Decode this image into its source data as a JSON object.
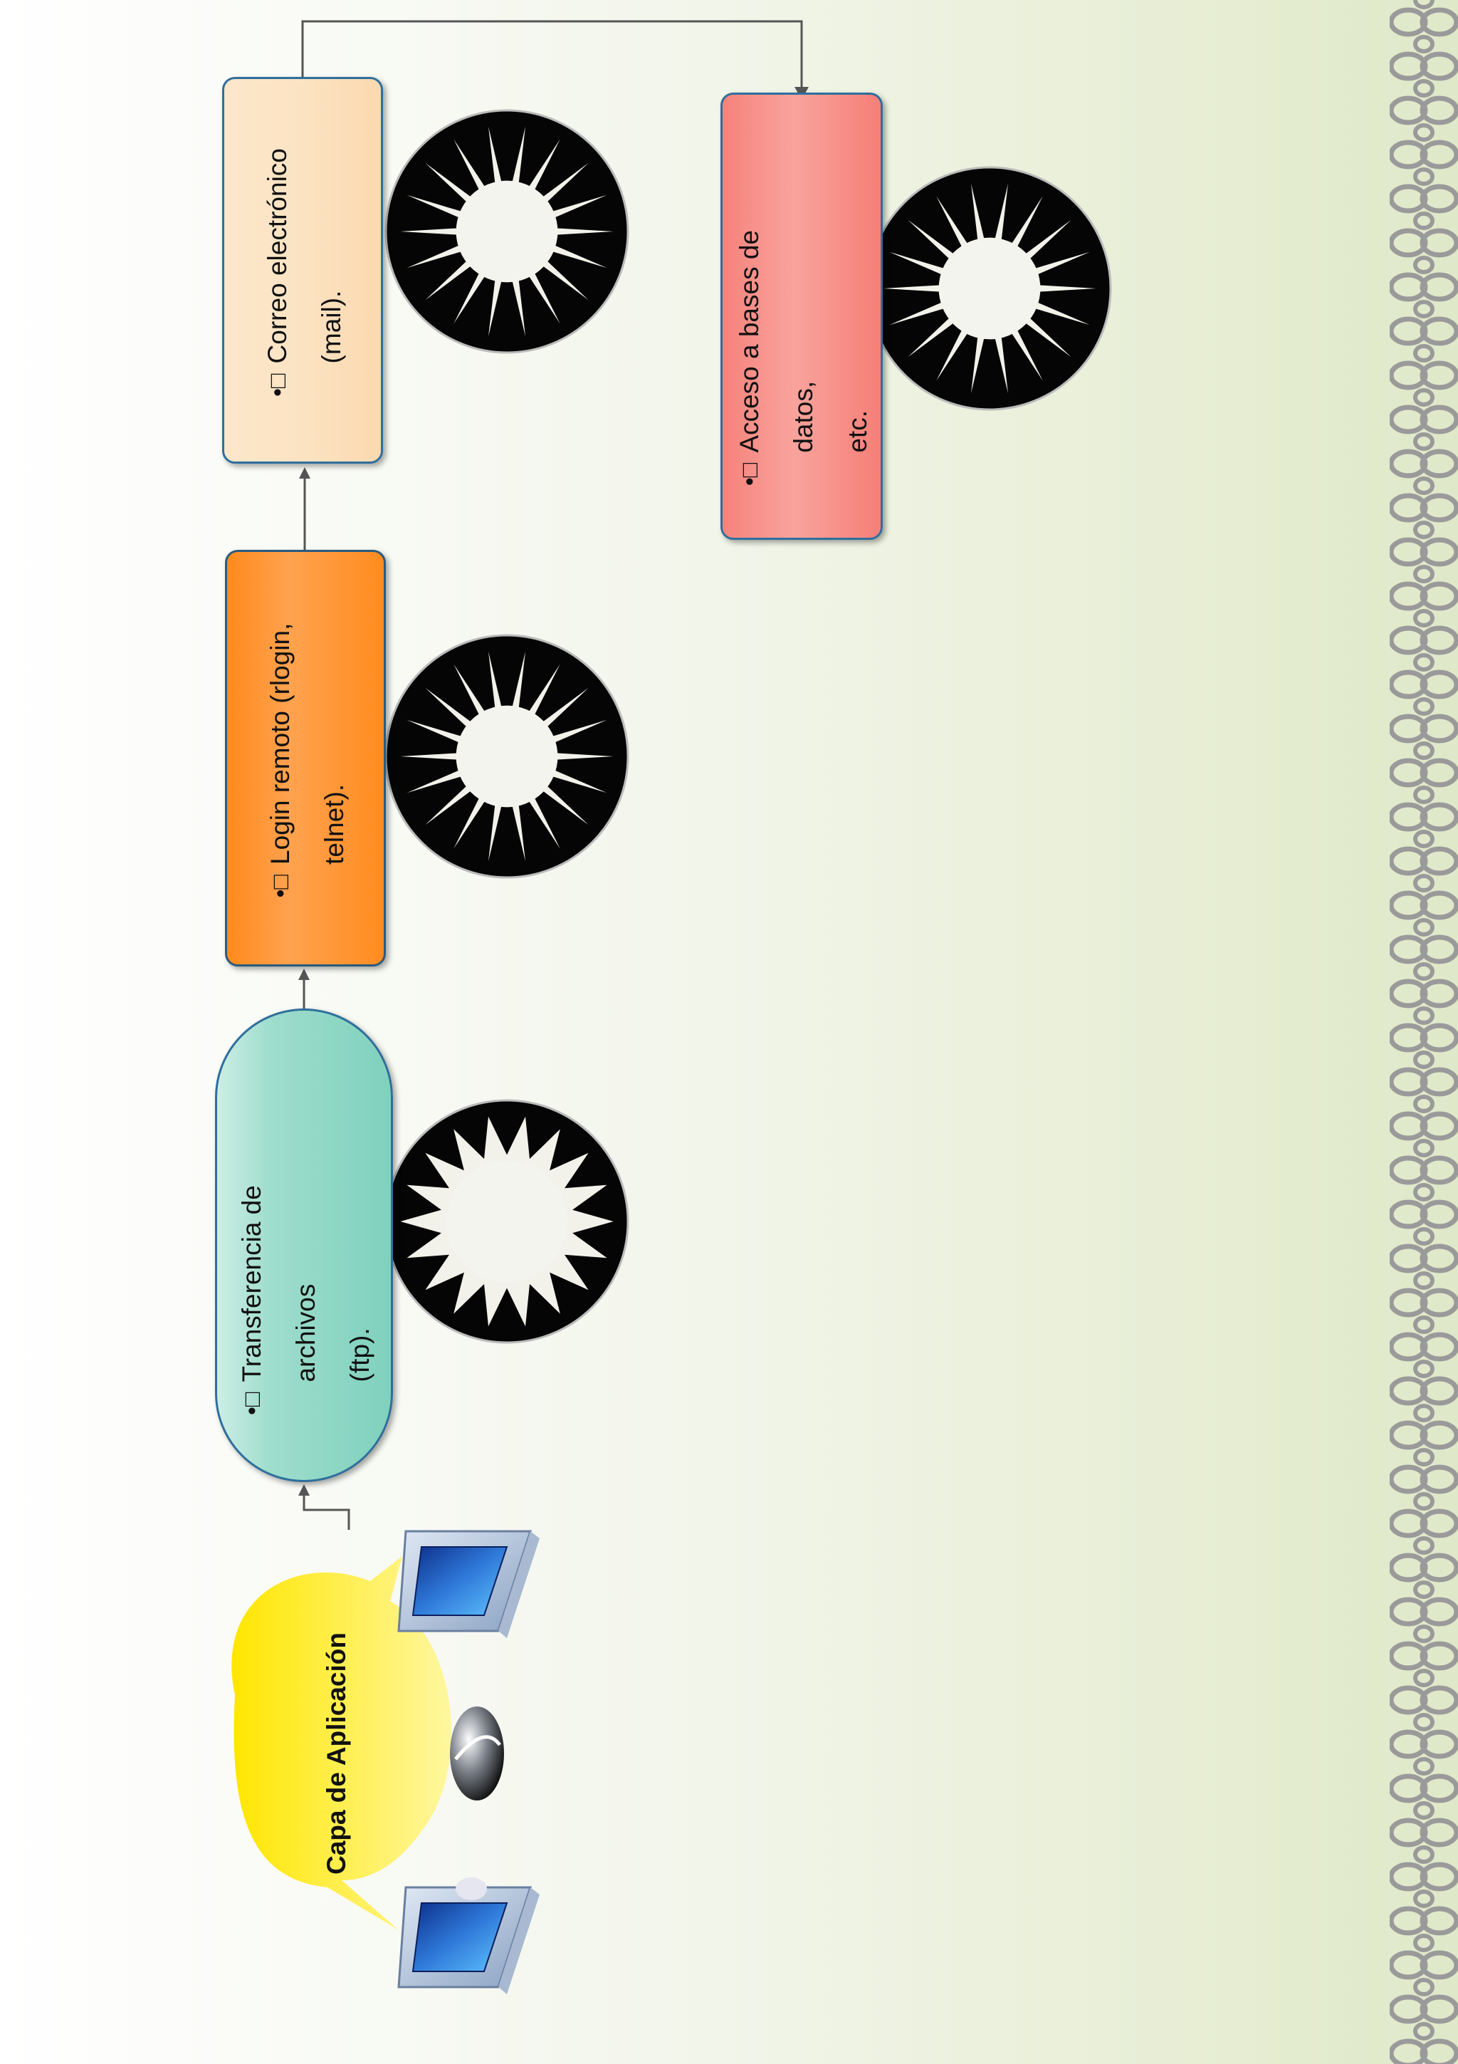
{
  "diagram": {
    "bubble_label": "Capa de Aplicación",
    "bullet": "•□",
    "nodes": [
      {
        "id": "ftp",
        "text": "Transferencia de archivos\n(ftp)."
      },
      {
        "id": "login",
        "text": "Login remoto (rlogin,\ntelnet)."
      },
      {
        "id": "mail",
        "text": "Correo electrónico\n(mail)."
      },
      {
        "id": "db",
        "text": "Acceso a bases de datos,\netc."
      }
    ],
    "colors": {
      "ftp": "#7fd1bd",
      "login": "#ff8c1f",
      "mail": "#fbe3c2",
      "db": "#f7918a",
      "bubble": "#ffe600",
      "chain": "#9a9a9a",
      "connector": "#555555"
    },
    "icons": [
      "monitor-icon",
      "starburst-icon",
      "chain-icon",
      "speech-bubble-icon"
    ]
  }
}
